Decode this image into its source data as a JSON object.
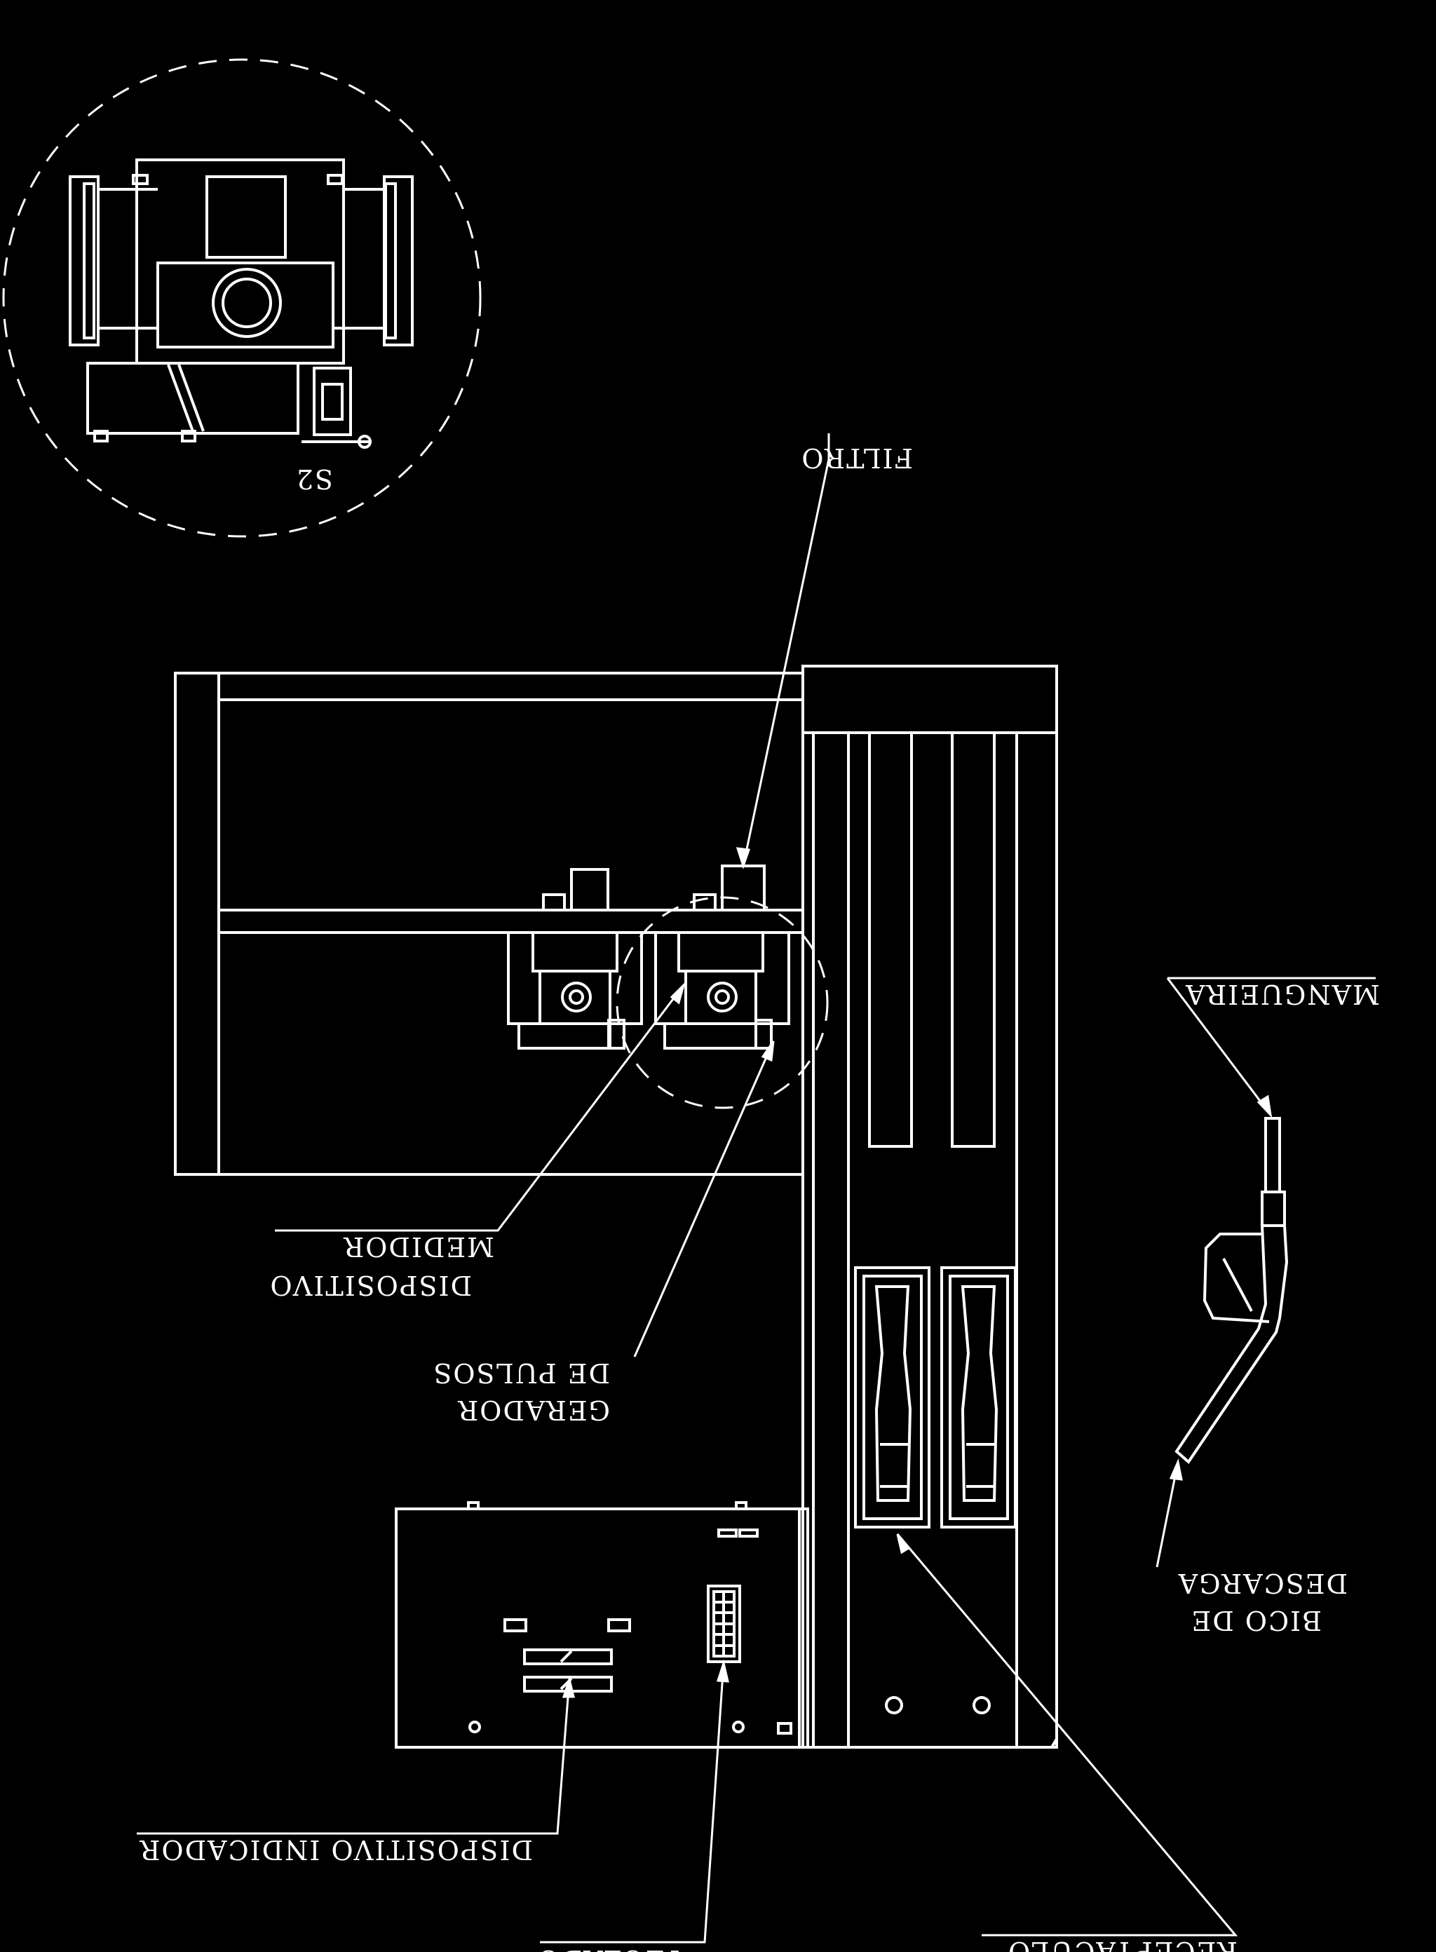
{
  "labels": {
    "filtro": "FILTRO",
    "s2": "S2",
    "mangueira": "MANGUEIRA",
    "medidor": "MEDIDOR",
    "dispositivo": "DISPOSITIVO",
    "de_pulsos": "DE PULSOS",
    "gerador": "GERADOR",
    "descarga": "DESCARGA",
    "bico_de": "BICO DE",
    "dispositivo_indicador": "DISPOSITIVO INDICADOR",
    "teclado": "TECLADO",
    "receptaculo": "RECEPTÁCULO"
  },
  "style": {
    "stroke": "#ffffff",
    "background": "#000000"
  }
}
